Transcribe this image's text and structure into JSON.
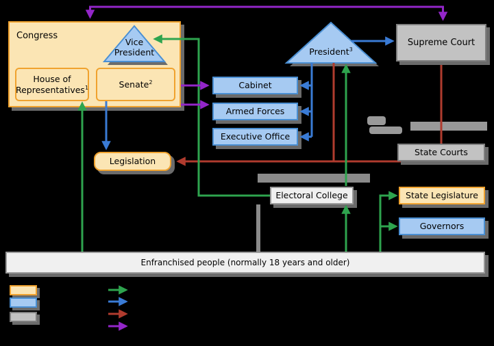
{
  "nodes": {
    "congress": {
      "label": "Congress"
    },
    "house": {
      "label": "House of Representatives",
      "sup": "1"
    },
    "senate": {
      "label": "Senate",
      "sup": "2"
    },
    "vice_president": {
      "label": "Vice President"
    },
    "president": {
      "label": "President",
      "sup": "3"
    },
    "supreme_court": {
      "label": "Supreme Court"
    },
    "cabinet": {
      "label": "Cabinet"
    },
    "armed_forces": {
      "label": "Armed Forces"
    },
    "executive_office": {
      "label": "Executive Office"
    },
    "legislation": {
      "label": "Legislation"
    },
    "electoral_college": {
      "label": "Electoral College"
    },
    "state_courts": {
      "label": "State Courts"
    },
    "state_legislature": {
      "label": "State Legislature"
    },
    "governors": {
      "label": "Governors"
    },
    "people": {
      "label": "Enfranchised people (normally 18 years and older)"
    }
  },
  "colors": {
    "background": "#000000",
    "legislature_fill": "#FBE5B4",
    "legislature_border": "#F0A22E",
    "executive_fill": "#A6CAF2",
    "executive_border": "#4A8FD3",
    "judiciary_fill": "#C2C2C2",
    "judiciary_border": "#7F7F7F",
    "neutral_fill": "#F0F0F0",
    "neutral_border": "#9A9A9A",
    "arrow_green": "#2EA44E",
    "arrow_blue": "#3A7BD5",
    "arrow_red": "#B03B2E",
    "arrow_purple": "#9326C9",
    "gray_line": "#909090",
    "shadow": "#6B6B6B"
  }
}
